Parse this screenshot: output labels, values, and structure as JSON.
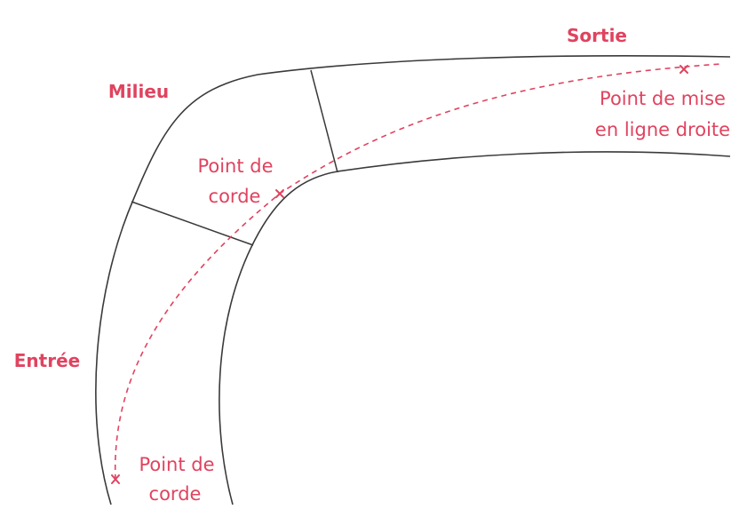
{
  "colors": {
    "accent": "#e0435f",
    "road": "#3a3a3a",
    "background": "#ffffff"
  },
  "sections": {
    "entry": "Entrée",
    "middle": "Milieu",
    "exit": "Sortie"
  },
  "points": {
    "apex_entry": {
      "line1": "Point de",
      "line2": "corde"
    },
    "apex_middle": {
      "line1": "Point de",
      "line2": "corde"
    },
    "straighten": {
      "line1": "Point de mise",
      "line2": "en ligne droite"
    }
  }
}
